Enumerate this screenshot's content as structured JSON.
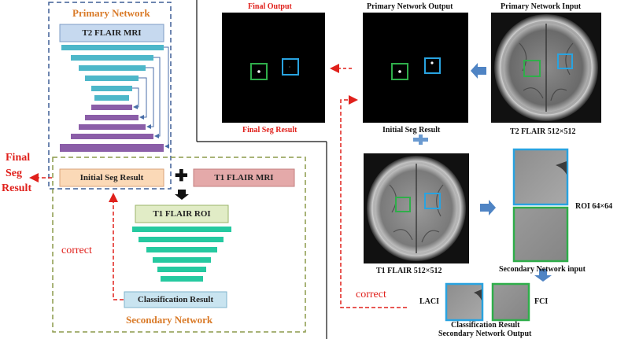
{
  "left_panel": {
    "primary_network_title": "Primary Network",
    "t2_flair_mri": "T2 FLAIR MRI",
    "initial_seg_result": "Initial Seg Result",
    "t1_flair_mri": "T1 FLAIR MRI",
    "t1_flair_roi": "T1 FLAIR ROI",
    "classification_result": "Classification Result",
    "secondary_network_title": "Secondary Network",
    "correct": "correct",
    "final_seg_result_line1": "Final",
    "final_seg_result_line2": "Seg",
    "final_seg_result_line3": "Result",
    "plus_symbol": "✚"
  },
  "right_panel": {
    "final_output": "Final Output",
    "final_seg_result": "Final Seg Result",
    "primary_network_output": "Primary Network Output",
    "initial_seg_result": "Initial Seg Result",
    "primary_network_input": "Primary Network Input",
    "t2_flair_size": "T2 FLAIR 512×512",
    "t1_flair_size": "T1 FLAIR 512×512",
    "roi_size": "ROI 64×64",
    "secondary_network_input": "Secondary Network input",
    "laci": "LACI",
    "fci": "FCI",
    "classification_result": "Classification Result",
    "secondary_network_output": "Secondary Network Output",
    "correct": "correct"
  },
  "colors": {
    "orange_title": "#d97a28",
    "red": "#e0201b",
    "teal_bar": "#4db7c9",
    "purple_bar": "#8b5ea8",
    "green_bar": "#25c9a0",
    "blue_box": "#29a3e0",
    "green_box": "#2fae4a",
    "primary_dash": "#3f5f95",
    "secondary_dash": "#8c9a4a"
  }
}
